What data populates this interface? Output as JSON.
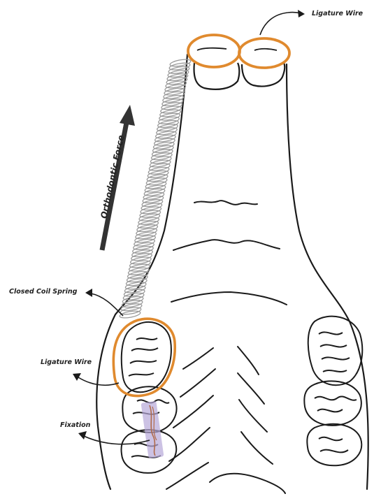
{
  "labels": {
    "ligature_wire_top": "Ligature Wire",
    "orthodontic_force": "Orthodontic Force",
    "closed_coil_spring": "Closed Coil Spring",
    "ligature_wire_left": "Ligature Wire",
    "fixation": "Fixation"
  },
  "colors": {
    "outline": "#1a1a1a",
    "ligature": "#e08a2e",
    "coil": "#9a9a9a",
    "force_arrow": "#333333",
    "fixation_fill": "#b7a8d8",
    "fixation_wire": "#b06a4a"
  }
}
